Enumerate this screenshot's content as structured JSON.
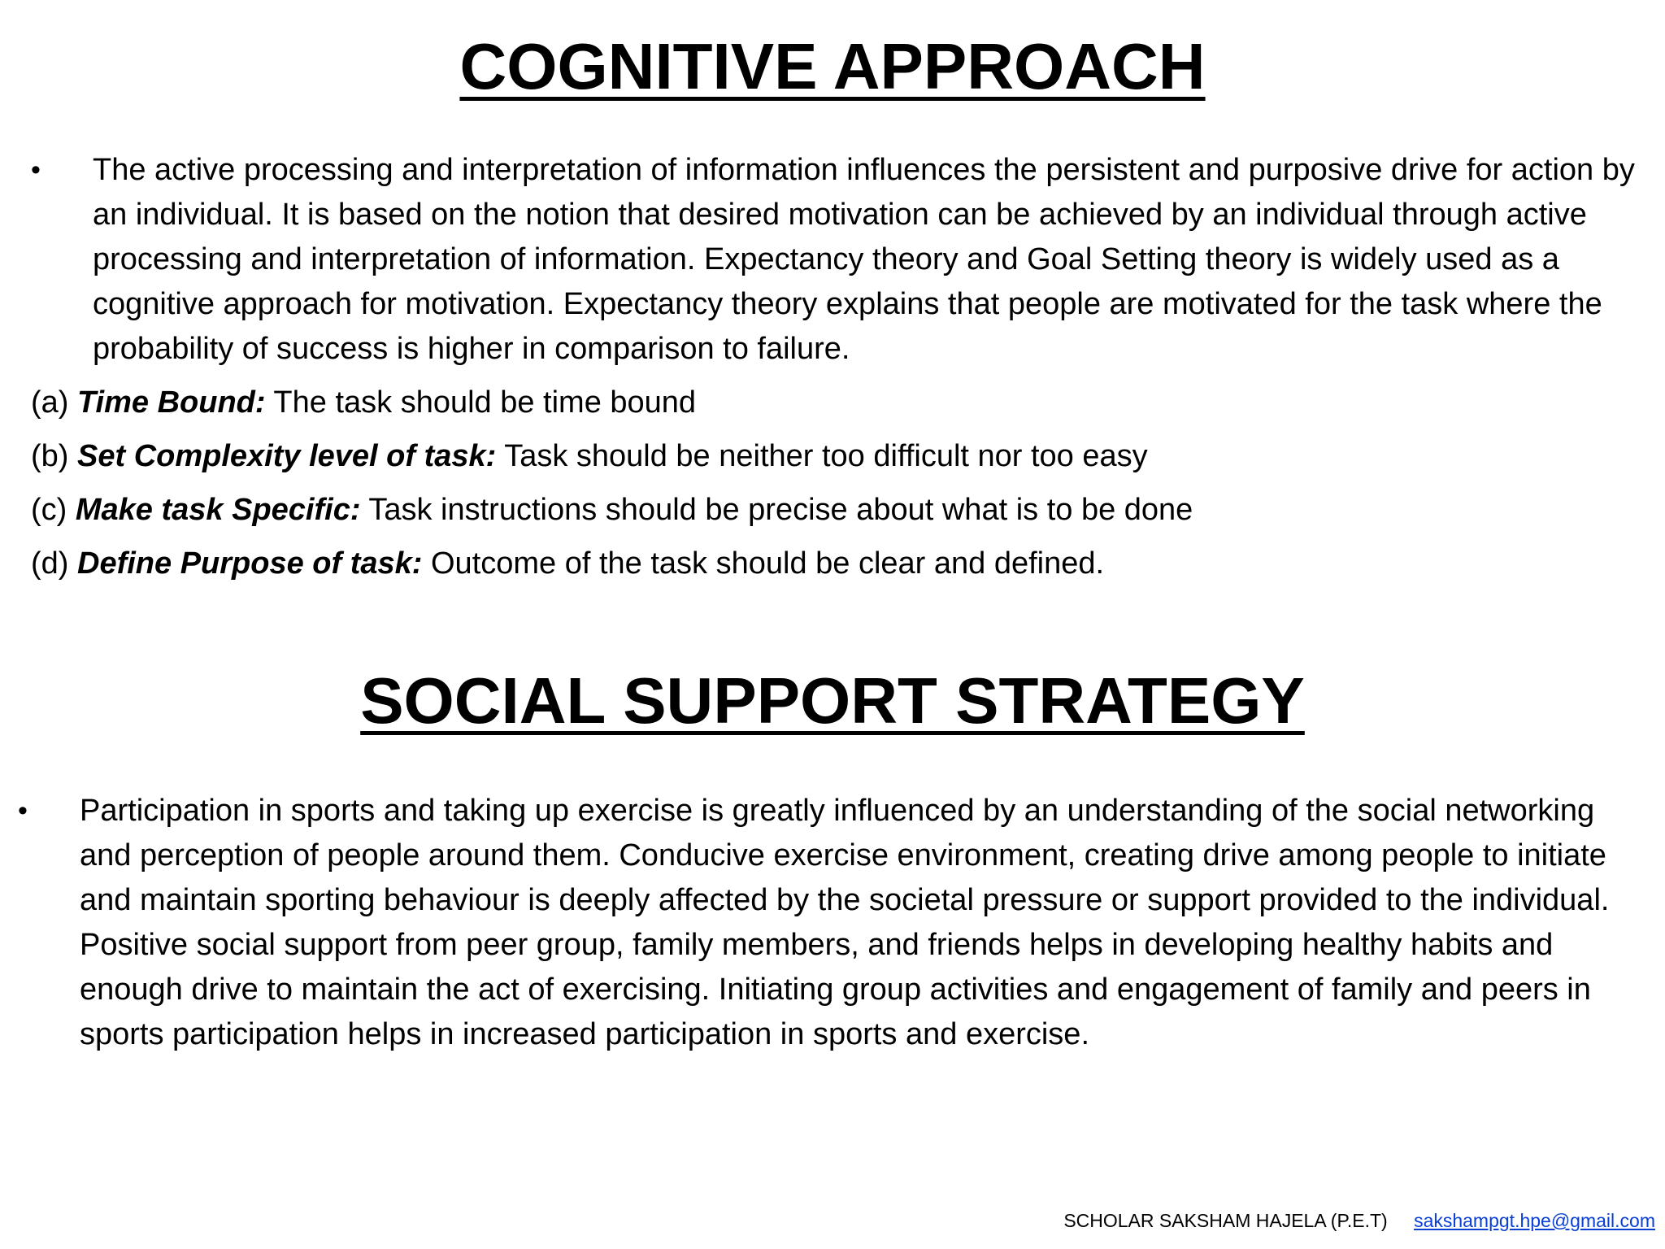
{
  "sections": [
    {
      "title": "COGNITIVE APPROACH",
      "paragraph": "The active processing and interpretation of information influences the persistent and purposive drive for action by an individual. It is based on the notion that desired motivation can be achieved by an individual through active processing and interpretation of information. Expectancy theory and Goal Setting theory is widely used as a cognitive approach for motivation. Expectancy theory explains that people are motivated for the task where the probability of success is higher in comparison to failure.",
      "items": [
        {
          "marker": "(a)",
          "term": "Time Bound:",
          "text": "The task should be time bound"
        },
        {
          "marker": "(b)",
          "term": "Set Complexity level of task:",
          "text": "Task should be neither too difficult nor too easy"
        },
        {
          "marker": "(c)",
          "term": "Make task Specific:",
          "text": "Task instructions should be precise about what is to be done"
        },
        {
          "marker": "(d)",
          "term": "Define Purpose of task:",
          "text": "Outcome of the task should be clear and defined."
        }
      ]
    },
    {
      "title": "SOCIAL SUPPORT STRATEGY",
      "paragraph": "Participation in sports and taking up exercise is greatly influenced by an understanding of the social networking and perception of people around them. Conducive exercise environment, creating drive among people to initiate and maintain sporting behaviour is deeply affected by the societal pressure or support provided to the individual. Positive social support from peer group, family members, and friends helps in developing healthy habits and enough drive to maintain the act of exercising. Initiating group activities and engagement of family and peers in sports participation helps in increased participation in sports and exercise."
    }
  ],
  "bullet_symbol": "•",
  "footer": {
    "author": "SCHOLAR SAKSHAM HAJELA (P.E.T)",
    "email": "sakshampgt.hpe@gmail.com"
  },
  "colors": {
    "text": "#000000",
    "link": "#0a3fd6",
    "background": "#ffffff"
  }
}
